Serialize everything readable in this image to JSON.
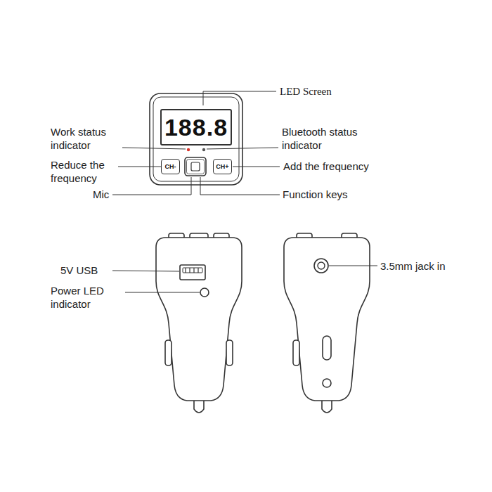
{
  "diagram": {
    "nodes": [
      {
        "text": [
          "188.8"
        ]
      },
      {
        "text": [
          "CH-"
        ]
      },
      {
        "text": [
          "CH+"
        ]
      }
    ],
    "labels": [
      "LED Screen",
      "Work status indicator",
      "Bluetooth status indicator",
      "Reduce the frequency",
      "Add the frequency",
      "Mic",
      "Function keys",
      "5V USB",
      "Power LED indicator",
      "3.5mm jack in"
    ]
  }
}
